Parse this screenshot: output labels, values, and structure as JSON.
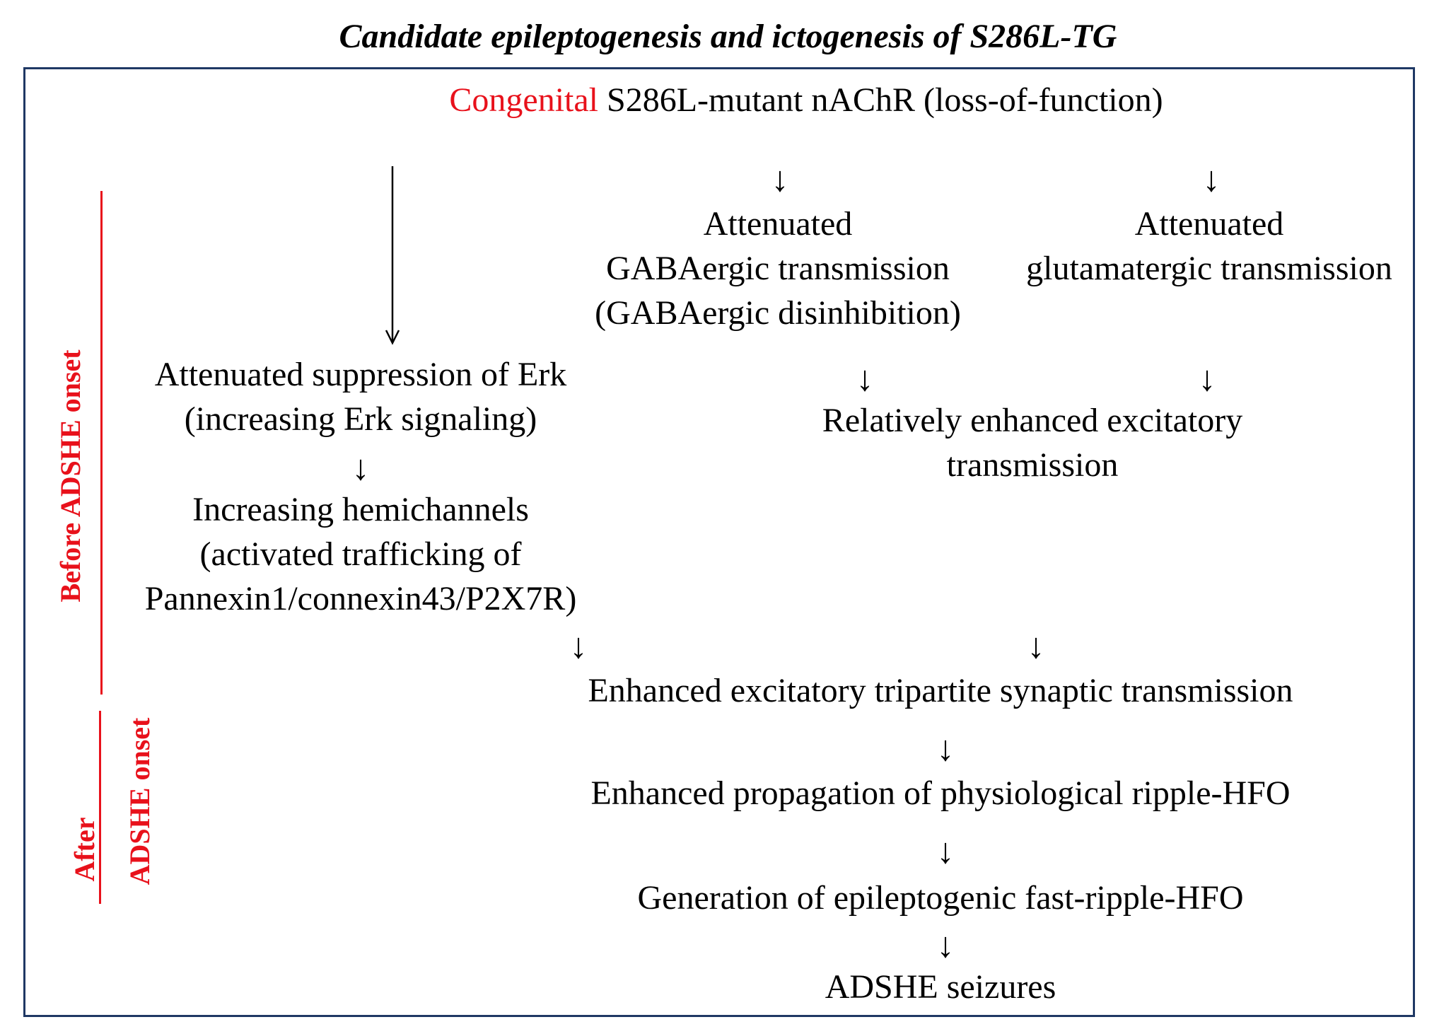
{
  "title": "Candidate epileptogenesis and ictogenesis of S286L-TG",
  "top_node": {
    "highlight": "Congenital",
    "text": "S286L-mutant nAChR (loss-of-function)"
  },
  "gaba_node": [
    "Attenuated",
    "GABAergic transmission",
    "(GABAergic disinhibition)"
  ],
  "glut_node": [
    "Attenuated",
    "glutamatergic transmission"
  ],
  "erk_node": [
    "Attenuated suppression of Erk",
    "(increasing Erk signaling)"
  ],
  "hemichannel_node": [
    "Increasing hemichannels",
    "(activated trafficking of",
    "Pannexin1/connexin43/P2X7R)"
  ],
  "excitatory_node": [
    "Relatively enhanced excitatory",
    "transmission"
  ],
  "tripartite_node": "Enhanced excitatory tripartite synaptic transmission",
  "ripple_node": "Enhanced propagation of physiological ripple-HFO",
  "fast_ripple_node": "Generation of epileptogenic fast-ripple-HFO",
  "seizure_node": "ADSHE seizures",
  "arrow_glyph": "↓",
  "side_labels": {
    "before": "Before ADSHE onset",
    "after_1": "After",
    "after_2": "ADSHE onset"
  },
  "colors": {
    "accent_red": "#e8111b",
    "frame_border": "#1f3864",
    "text": "#000000"
  }
}
